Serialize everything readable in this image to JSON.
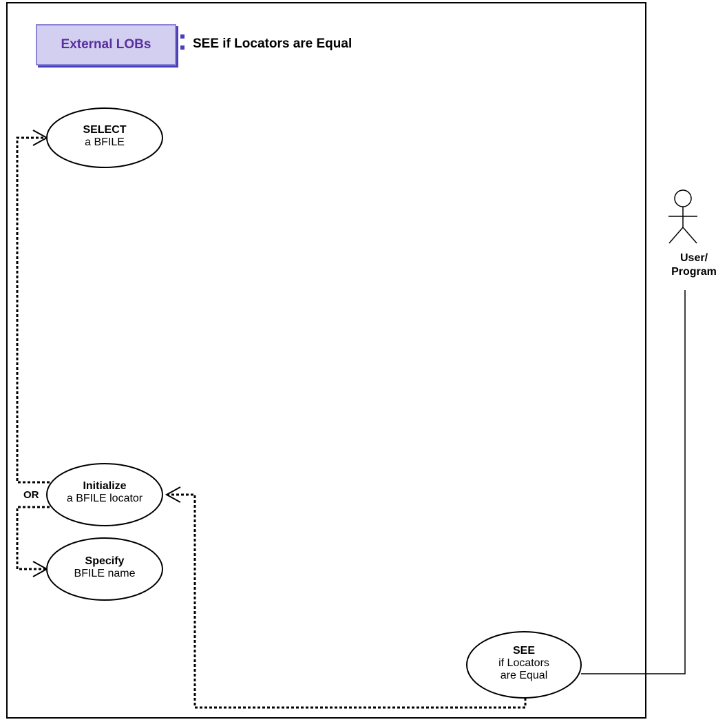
{
  "header": {
    "badge_label": "External LOBs",
    "title": "SEE if Locators are Equal"
  },
  "use_cases": {
    "select": {
      "title": "SELECT",
      "subtitle": "a BFILE"
    },
    "initialize": {
      "title": "Initialize",
      "subtitle": "a BFILE locator"
    },
    "specify": {
      "title": "Specify",
      "subtitle": "BFILE name"
    },
    "see": {
      "title": "SEE",
      "subtitle_line1": "if Locators",
      "subtitle_line2": "are Equal"
    }
  },
  "labels": {
    "or": "OR"
  },
  "actor": {
    "line1": "User/",
    "line2": "Program"
  },
  "colors": {
    "badge_fill": "#d2cff0",
    "badge_text": "#5a2f9e",
    "badge_shadow": "#4a3fb8"
  }
}
